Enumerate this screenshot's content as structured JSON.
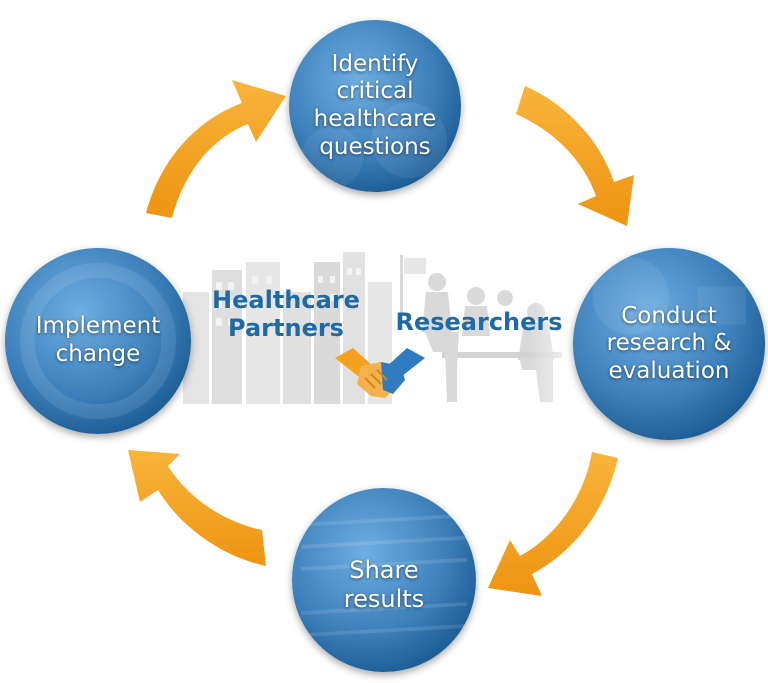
{
  "cycle_steps": [
    {
      "label": "Identify\ncritical\nhealthcare\nquestions"
    },
    {
      "label": "Conduct\nresearch &\nevaluation"
    },
    {
      "label": "Share\nresults"
    },
    {
      "label": "Implement\nchange"
    }
  ],
  "center": {
    "left_label": "Healthcare\nPartners",
    "right_label": "Researchers",
    "handshake_icon": "handshake-icon"
  },
  "colors": {
    "arrow": "#f4a11e",
    "circle_light": "#5c9fd3",
    "circle_dark": "#1a5a91",
    "partner_text": "#1f6aa5",
    "background_gray": "#d6d6d6"
  }
}
